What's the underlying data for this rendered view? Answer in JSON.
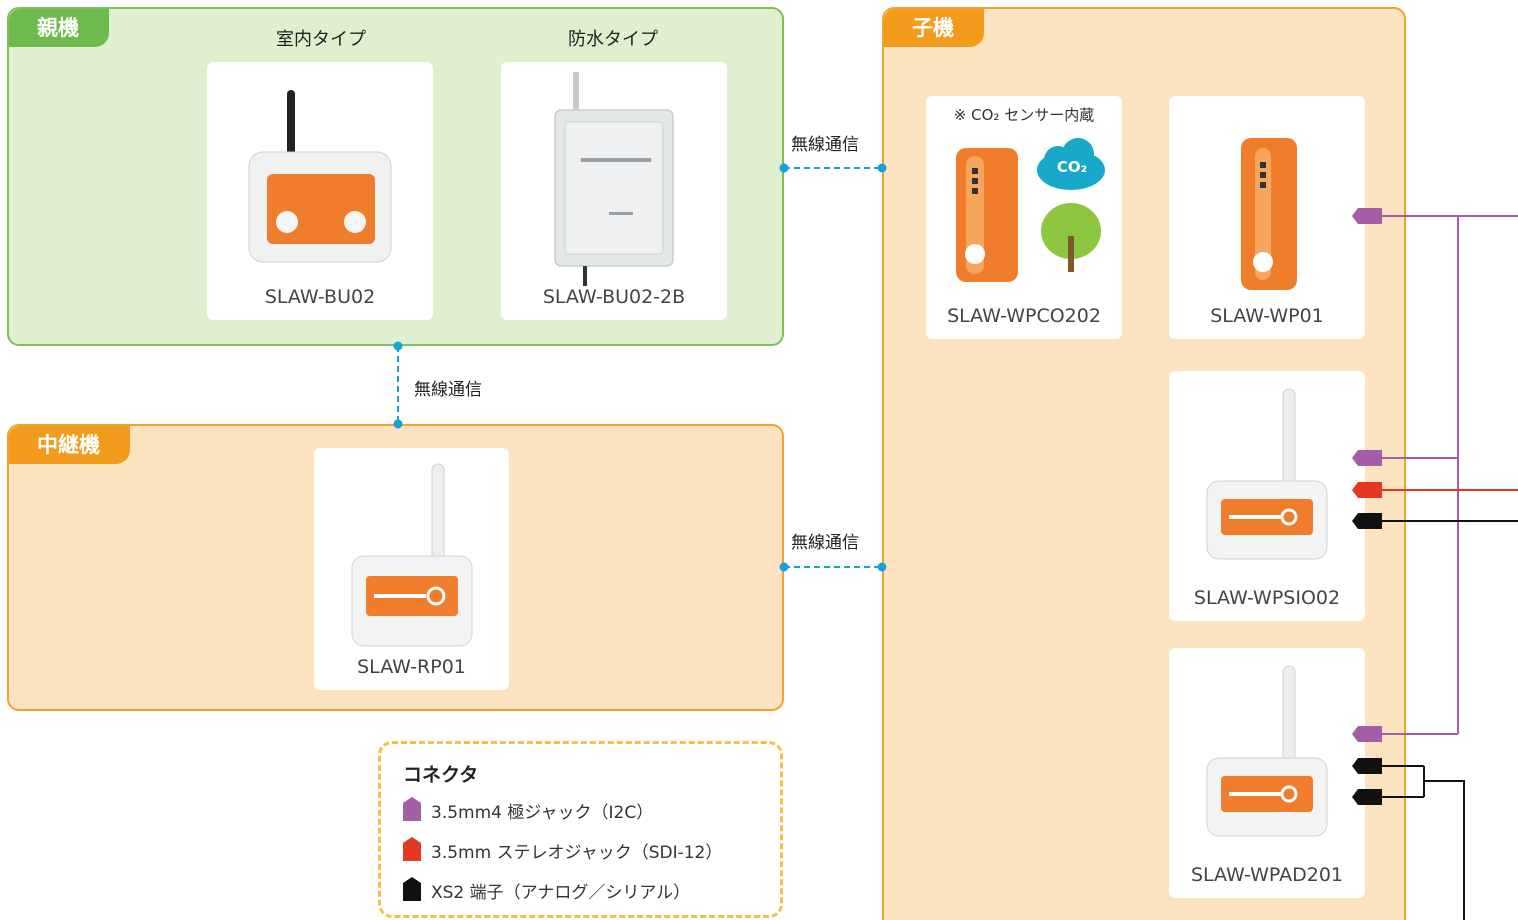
{
  "parent": {
    "tag": "親機",
    "indoor_heading": "室内タイプ",
    "waterproof_heading": "防水タイプ",
    "devices": [
      {
        "model": "SLAW-BU02"
      },
      {
        "model": "SLAW-BU02-2B"
      }
    ]
  },
  "repeater": {
    "tag": "中継機",
    "device": {
      "model": "SLAW-RP01"
    }
  },
  "child": {
    "tag": "子機",
    "co2_note": "※ CO₂ センサー内蔵",
    "co2_cloud": "CO₂",
    "devices": [
      {
        "model": "SLAW-WPCO202"
      },
      {
        "model": "SLAW-WP01"
      },
      {
        "model": "SLAW-WPSIO02"
      },
      {
        "model": "SLAW-WPAD201"
      }
    ]
  },
  "links": {
    "parent_child": "無線通信",
    "parent_repeater": "無線通信",
    "repeater_child": "無線通信"
  },
  "legend": {
    "title": "コネクタ",
    "items": [
      {
        "label": "3.5mm4 極ジャック（I2C）",
        "color": "#a35ea6"
      },
      {
        "label": "3.5mm ステレオジャック（SDI-12）",
        "color": "#e23a22"
      },
      {
        "label": "XS2 端子（アナログ／シリアル）",
        "color": "#111111"
      }
    ]
  },
  "colors": {
    "link": "#1aa0d8",
    "i2c": "#a35ea6",
    "sdi12": "#e23a22",
    "xs2": "#111111",
    "device_orange": "#ef7d2b"
  }
}
